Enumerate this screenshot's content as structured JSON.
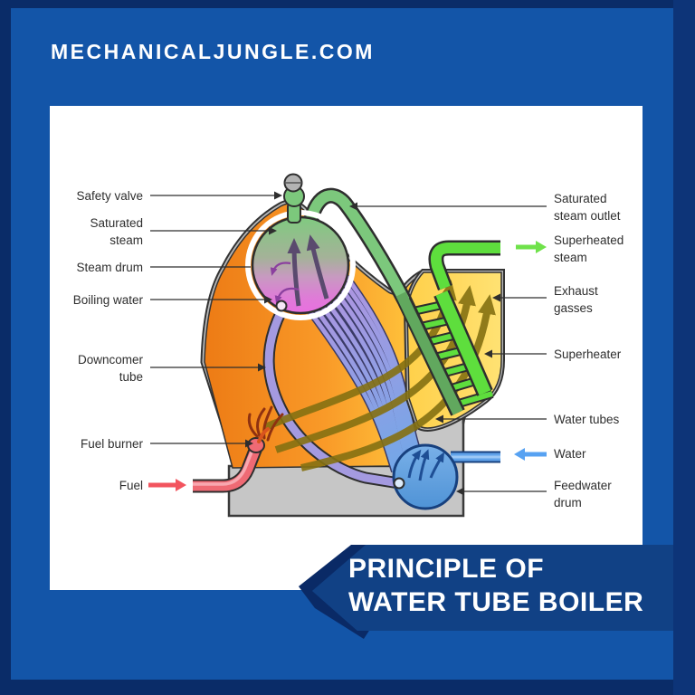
{
  "header": {
    "site_name": "MECHANICALJUNGLE.COM"
  },
  "banner": {
    "line1": "PRINCIPLE OF",
    "line2": "WATER TUBE BOILER"
  },
  "diagram": {
    "labels_left": [
      {
        "id": "safety-valve",
        "text": "Safety valve"
      },
      {
        "id": "saturated-steam",
        "text": "Saturated\nsteam"
      },
      {
        "id": "steam-drum",
        "text": "Steam drum"
      },
      {
        "id": "boiling-water",
        "text": "Boiling water"
      },
      {
        "id": "downcomer-tube",
        "text": "Downcomer\ntube"
      },
      {
        "id": "fuel-burner",
        "text": "Fuel burner"
      },
      {
        "id": "fuel",
        "text": "Fuel"
      }
    ],
    "labels_right": [
      {
        "id": "saturated-steam-outlet",
        "text": "Saturated\nsteam outlet"
      },
      {
        "id": "superheated-steam",
        "text": "Superheated\nsteam"
      },
      {
        "id": "exhaust-gasses",
        "text": "Exhaust\ngasses"
      },
      {
        "id": "superheater",
        "text": "Superheater"
      },
      {
        "id": "water-tubes",
        "text": "Water tubes"
      },
      {
        "id": "water",
        "text": "Water"
      },
      {
        "id": "feedwater-drum",
        "text": "Feedwater\ndrum"
      }
    ]
  },
  "colors": {
    "background_blue": "#1355a8",
    "border_navy": "#0a2c68",
    "right_strip": "#0d3478",
    "banner_blue": "#114185",
    "banner_fold": "#0a2a66",
    "card_white": "#ffffff",
    "label_text": "#2e2e2e",
    "boiler_orange": "#ed7b15",
    "boiler_orange_light": "#ffc83e",
    "exhaust_box_yellow": "#ffd84e",
    "base_gray": "#c6c6c6",
    "steam_green": "#7cc87c",
    "boiling_pink": "#e96fe0",
    "superheater_dark_green": "#61a85e",
    "superheated_bright_green": "#5ede3d",
    "exhaust_olive": "#857112",
    "tube_purple": "#b394e0",
    "tube_blue": "#6fa8e8",
    "feedwater_blue": "#5b9bd8",
    "water_arrow_blue": "#57a2f2",
    "fuel_red": "#ef6a74",
    "flame_dark_red": "#8f3110"
  }
}
